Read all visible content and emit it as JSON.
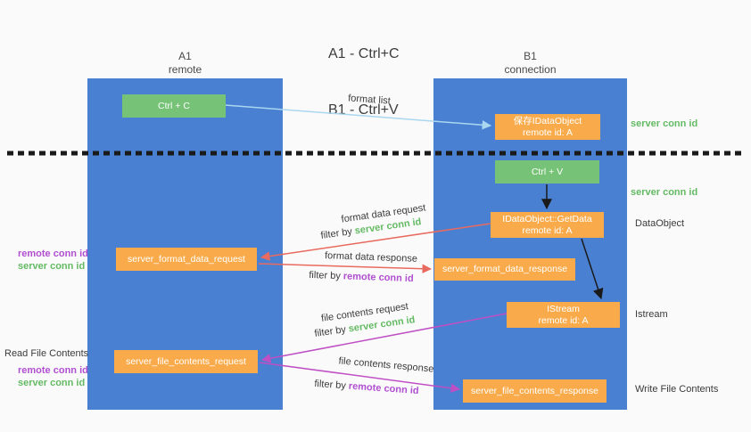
{
  "title": {
    "line1": "A1 - Ctrl+C",
    "line2": "B1 - Ctrl+V"
  },
  "lanes": {
    "a1": {
      "name": "A1",
      "subtitle": "remote"
    },
    "b1": {
      "name": "B1",
      "subtitle": "connection"
    }
  },
  "nodes": {
    "ctrl_c": {
      "label": "Ctrl + C"
    },
    "ctrl_v": {
      "label": "Ctrl + V"
    },
    "save_idataobject": {
      "line1": "保存IDataObject",
      "line2": "remote id: A"
    },
    "idataobject_getdata": {
      "line1": "IDataObject::GetData",
      "line2": "remote id: A"
    },
    "istream": {
      "line1": "IStream",
      "line2": "remote id: A"
    },
    "server_format_data_request": {
      "label": "server_format_data_request"
    },
    "server_format_data_response": {
      "label": "server_format_data_response"
    },
    "server_file_contents_request": {
      "label": "server_file_contents_request"
    },
    "server_file_contents_response": {
      "label": "server_file_contents_response"
    }
  },
  "arrow_labels": {
    "format_list": "format list",
    "format_data_request": "format data request",
    "format_data_response": "format data response",
    "file_contents_request": "file contents request",
    "file_contents_response": "file contents response",
    "filter_by": "filter by ",
    "server_conn_id": "server conn id",
    "remote_conn_id": "remote conn id"
  },
  "annotations": {
    "b1_server_conn_id_top": "server conn id",
    "b1_server_conn_id_mid": "server conn id",
    "dataobject": "DataObject",
    "istream": "Istream",
    "write_file_contents": "Write File Contents",
    "read_file_contents": "Read File Contents",
    "a1_remote_conn_id_1": "remote conn id",
    "a1_server_conn_id_1": "server conn id",
    "a1_remote_conn_id_2": "remote conn id",
    "a1_server_conn_id_2": "server conn id"
  },
  "colors": {
    "lane_blue": "#4a80d2",
    "node_green": "#76c276",
    "node_orange": "#f9ab4b",
    "conn_green_text": "#64ba64",
    "conn_purple_text": "#b14fd1",
    "arrow_red": "#e96a5f",
    "arrow_magenta": "#bf4fc4",
    "arrow_lightblue": "#a9d7f0",
    "arrow_black": "#1a1a1a",
    "background": "#fafafa"
  }
}
